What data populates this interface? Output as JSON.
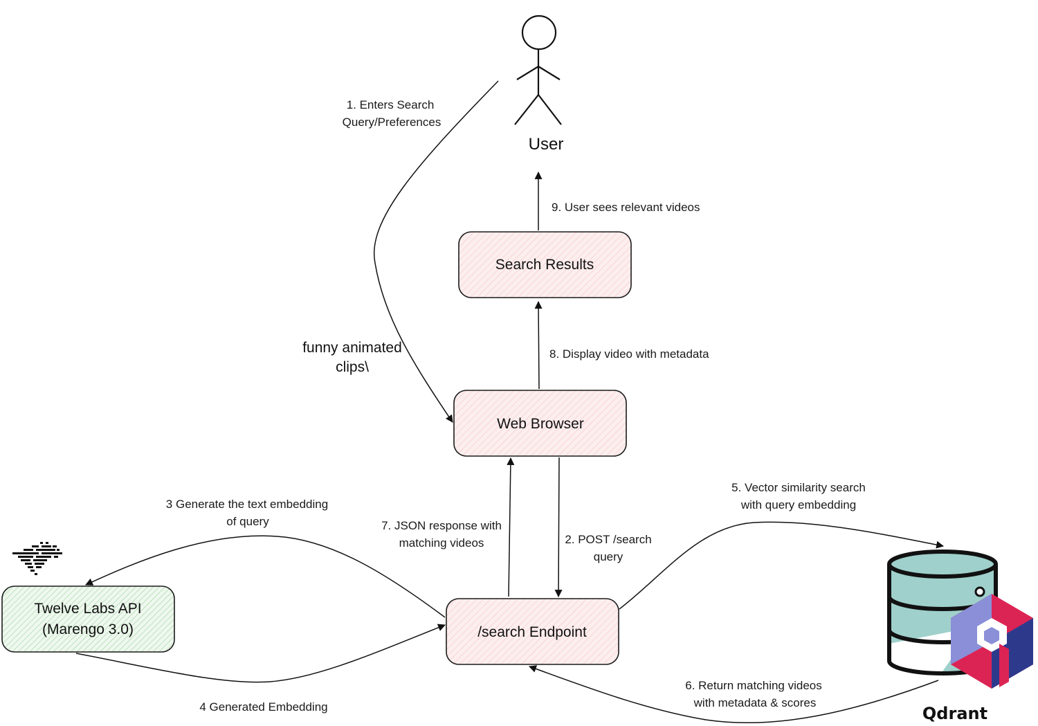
{
  "actor": {
    "label": "User"
  },
  "nodes": {
    "search_results": {
      "label": "Search Results"
    },
    "web_browser": {
      "label": "Web Browser"
    },
    "search_endpoint": {
      "label": "/search Endpoint"
    },
    "twelve_labs": {
      "line1": "Twelve Labs API",
      "line2": "(Marengo 3.0)"
    },
    "qdrant": {
      "label": "Qdrant"
    }
  },
  "edges": {
    "e1": {
      "line1": "1. Enters Search",
      "line2": "Query/Preferences"
    },
    "example_query": {
      "line1": "funny animated",
      "line2": "clips\\"
    },
    "e2": {
      "line1": "2. POST /search",
      "line2": "query"
    },
    "e3": {
      "line1": "3 Generate the text embedding",
      "line2": "of query"
    },
    "e4": {
      "label": "4 Generated Embedding"
    },
    "e5": {
      "line1": "5. Vector similarity search",
      "line2": "with query embedding"
    },
    "e6": {
      "line1": "6. Return matching videos",
      "line2": "with metadata & scores"
    },
    "e7": {
      "line1": "7. JSON response with",
      "line2": "matching videos"
    },
    "e8": {
      "label": "8. Display video with metadata"
    },
    "e9": {
      "label": "9. User sees relevant videos"
    }
  },
  "colors": {
    "node_fill": "#fdeeee",
    "node_hatch": "#f3c4c4",
    "api_fill": "#eef8ee",
    "api_hatch": "#a9d7a9",
    "stroke": "#1a1a1a",
    "db_teal": "#9fd0cb",
    "qdrant_pink": "#dc2454",
    "qdrant_blue": "#2d3a8c",
    "qdrant_lilac": "#8a8fd8"
  }
}
